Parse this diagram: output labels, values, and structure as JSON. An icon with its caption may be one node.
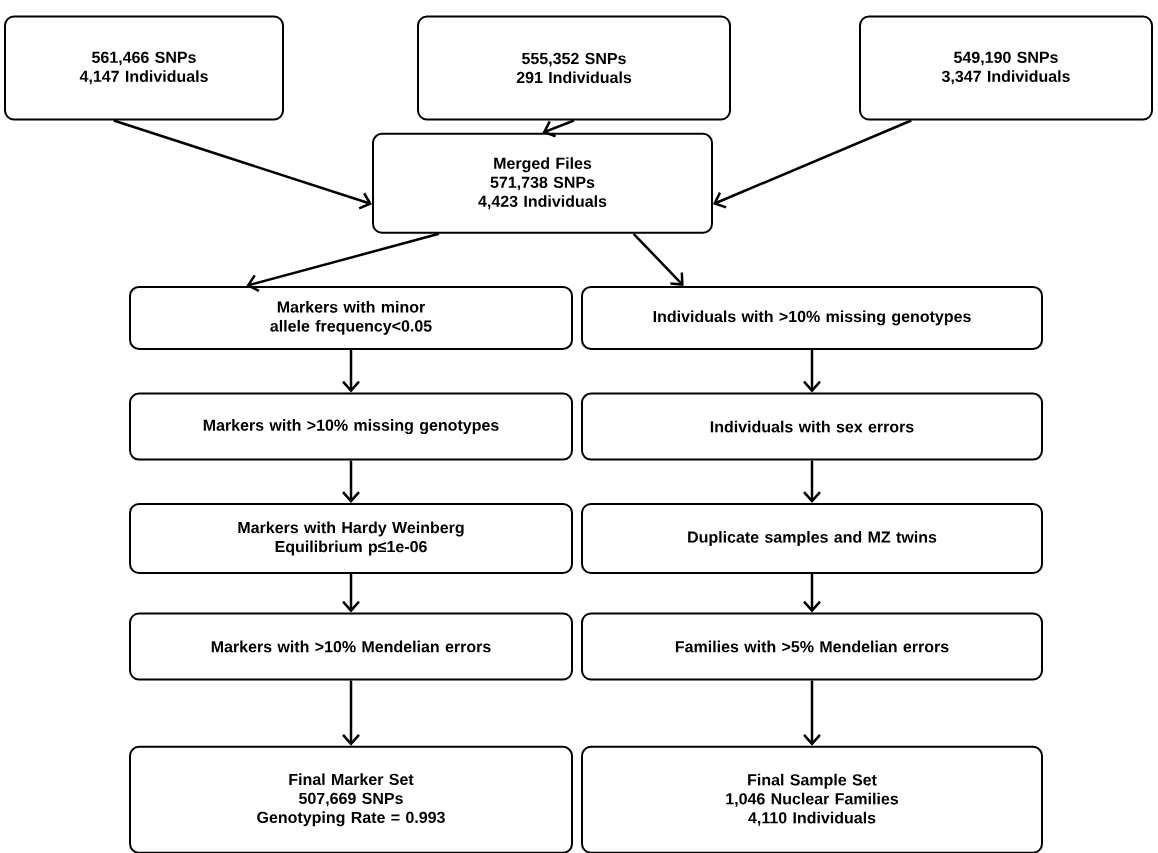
{
  "diagram": {
    "nodes": [
      {
        "text": [
          "561,466 SNPs",
          "4,147 Individuals"
        ]
      },
      {
        "text": [
          "555,352 SNPs",
          "291 Individuals"
        ]
      },
      {
        "text": [
          "549,190 SNPs",
          "3,347 Individuals"
        ]
      },
      {
        "text": [
          "Merged Files",
          "571,738 SNPs",
          "4,423 Individuals"
        ]
      },
      {
        "text": [
          "Markers with minor allele frequency<0.05"
        ]
      },
      {
        "text": [
          "Individuals with >10% missing genotypes"
        ]
      },
      {
        "text": [
          "Markers with >10% missing genotypes"
        ]
      },
      {
        "text": [
          "Individuals with sex errors"
        ]
      },
      {
        "text": [
          "Markers with Hardy Weinberg Equilibrium p≤1e-06"
        ]
      },
      {
        "text": [
          "Duplicate samples and MZ twins"
        ]
      },
      {
        "text": [
          "Markers with >10% Mendelian errors"
        ]
      },
      {
        "text": [
          "Families with >5% Mendelian errors"
        ]
      },
      {
        "text": [
          "Final Marker Set",
          "507,669 SNPs",
          "Genotyping Rate = 0.993"
        ]
      },
      {
        "text": [
          "Final Sample Set",
          "1,046 Nuclear Families",
          "4,110 Individuals"
        ]
      }
    ],
    "edges": [
      {
        "from": 0,
        "to": 3,
        "arrow": "to"
      },
      {
        "from": 1,
        "to": 3,
        "arrow": "to"
      },
      {
        "from": 2,
        "to": 3,
        "arrow": "to"
      },
      {
        "from": 3,
        "to": 4,
        "arrow": "to"
      },
      {
        "from": 3,
        "to": 5,
        "arrow": "to"
      },
      {
        "from": 4,
        "to": 6,
        "arrow": "to"
      },
      {
        "from": 6,
        "to": 8,
        "arrow": "to"
      },
      {
        "from": 8,
        "to": 10,
        "arrow": "to"
      },
      {
        "from": 10,
        "to": 12,
        "arrow": "to"
      },
      {
        "from": 5,
        "to": 7,
        "arrow": "to"
      },
      {
        "from": 7,
        "to": 9,
        "arrow": "to"
      },
      {
        "from": 9,
        "to": 11,
        "arrow": "to"
      },
      {
        "from": 11,
        "to": 13,
        "arrow": "to"
      }
    ]
  }
}
